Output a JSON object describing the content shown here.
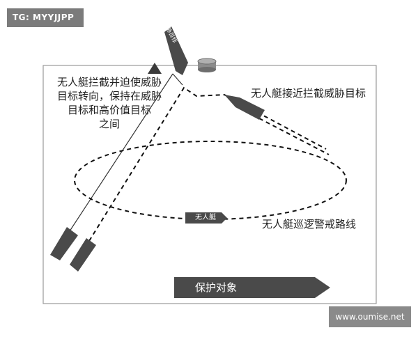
{
  "watermarks": {
    "top_left": "TG: MYYJJPP",
    "bottom_right": "www.oumise.net"
  },
  "labels": {
    "intercept": "无人艇拦截并迫使威胁\n目标转向，保持在威胁\n目标和高价值目标\n之间",
    "approach": "无人艇接近拦截威胁目标",
    "patrol": "无人艇巡逻警戒路线",
    "threat_tag": "威胁目标",
    "boat_tag": "无人艇",
    "protected": "保护对象"
  },
  "colors": {
    "shape_fill": "#4a4a4a",
    "frame": "#9a9a9a",
    "path": "#111111",
    "drum": "#8c8c8c"
  }
}
